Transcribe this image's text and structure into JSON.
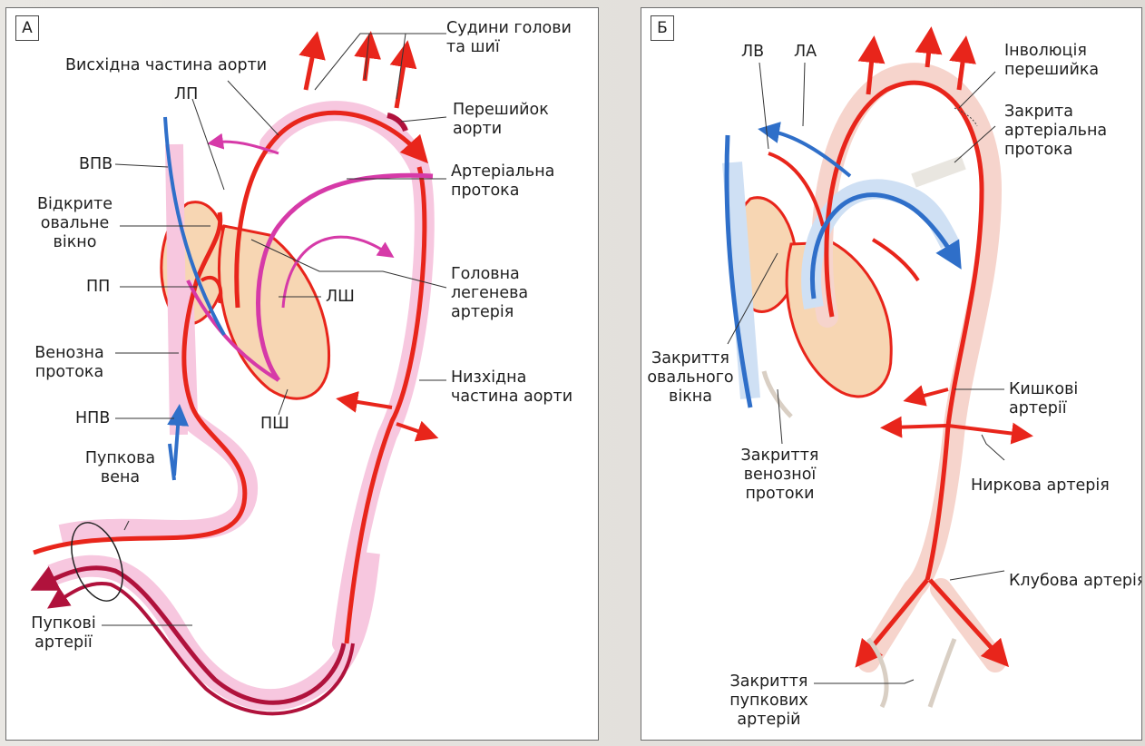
{
  "panel_a": {
    "tag": "А",
    "labels": {
      "head_neck": [
        "Судини голови",
        "та шиї"
      ],
      "ascending_aorta": "Висхідна частина аорти",
      "lp": "ЛП",
      "isthmus": [
        "Перешийок",
        "аорти"
      ],
      "vpv": "ВПВ",
      "ductus_arteriosus": [
        "Артеріальна",
        "протока"
      ],
      "foramen_ovale": [
        "Відкрите",
        "овальне",
        "вікно"
      ],
      "pp": "ПП",
      "pulmonary_artery": [
        "Головна",
        "легенева",
        "артерія"
      ],
      "lsh": "ЛШ",
      "ductus_venosus": [
        "Венозна",
        "протока"
      ],
      "descending_aorta": [
        "Низхідна",
        "частина аорти"
      ],
      "npv": "НПВ",
      "psh": "ПШ",
      "umbilical_vein": [
        "Пупкова",
        "вена"
      ],
      "umbilical_arteries": [
        "Пупкові",
        "артерії"
      ]
    }
  },
  "panel_b": {
    "tag": "Б",
    "labels": {
      "lv": "ЛВ",
      "la": "ЛА",
      "isthmus_involution": [
        "Інволюція",
        "перешийка"
      ],
      "closed_ductus": [
        "Закрита",
        "артеріальна",
        "протока"
      ],
      "foramen_closure": [
        "Закриття",
        "овального",
        "вікна"
      ],
      "intestinal_arteries": [
        "Кишкові",
        "артерії"
      ],
      "renal_artery": "Ниркова артерія",
      "venous_closure": [
        "Закриття",
        "венозної",
        "протоки"
      ],
      "iliac_artery": "Клубова артерія",
      "umbilical_closure": [
        "Закриття",
        "пупкових",
        "артерій"
      ]
    }
  },
  "colors": {
    "artery_red": "#e8251b",
    "vessel_pink": "#f7c7df",
    "vessel_pink_b": "#f6d4cc",
    "mixed_magenta": "#d63aa8",
    "vein_blue": "#2f6fc9",
    "dark_red": "#b0123c",
    "heart_fill": "#f7d6b3"
  }
}
